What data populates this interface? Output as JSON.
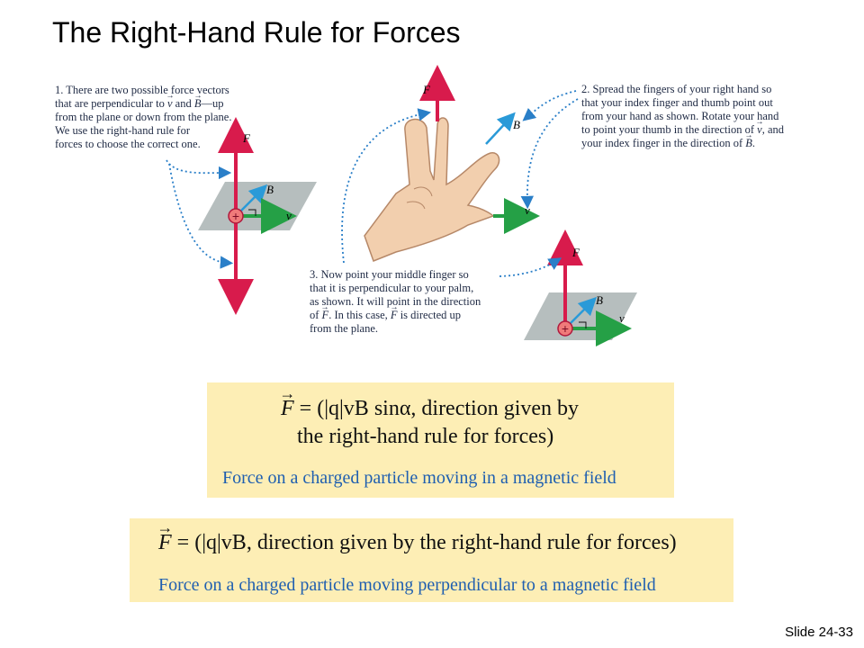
{
  "title": "The Right-Hand Rule for Forces",
  "steps": {
    "step1": {
      "line1": "1. There are two possible force vectors",
      "line2a": "that are perpendicular to ",
      "line2_v": "v",
      "line2b": " and ",
      "line2_B": "B",
      "line2c": "—up",
      "line3a": "from the plane or down from the plane.",
      "line4": "We use the right-hand rule for",
      "line5": "forces to choose the correct one."
    },
    "step2": {
      "line1": "2. Spread the fingers of your right hand so",
      "line2": "that your index finger and thumb point out",
      "line3": "from your hand as shown. Rotate your hand",
      "line4a": "to point your thumb in the direction of ",
      "line4_v": "v",
      "line4b": ", and",
      "line5a": "your index finger in the direction of ",
      "line5_B": "B",
      "line5b": "."
    },
    "step3": {
      "line1": "3. Now point your middle finger so",
      "line2": "that it is perpendicular to your palm,",
      "line3": "as shown. It will point in the direction",
      "line4a": "of ",
      "line4_F": "F",
      "line4b": ". In this case, ",
      "line4_F2": "F",
      "line4c": " is directed up",
      "line5": "from the plane."
    }
  },
  "vector_labels": {
    "F": "F",
    "B": "B",
    "v": "v",
    "charge": "+"
  },
  "formula1": {
    "lhs": "F",
    "eq": " = (|q|vB sinα, direction given by",
    "line2": "the right-hand rule for forces)",
    "label": "Force on a charged particle moving in a magnetic field"
  },
  "formula2": {
    "lhs": "F",
    "eq": " = (|q|vB, direction given by the right-hand rule for forces)",
    "label": "Force on a charged particle moving perpendicular to a magnetic field"
  },
  "slide_number": "Slide 24-33",
  "colors": {
    "force": "#d81b4c",
    "field": "#2a9ad8",
    "velocity": "#25a046",
    "plane": "#a9b3b3",
    "box": "#fdeeb5",
    "label_blue": "#1f5fb0",
    "dots": "#2a7fc8"
  }
}
